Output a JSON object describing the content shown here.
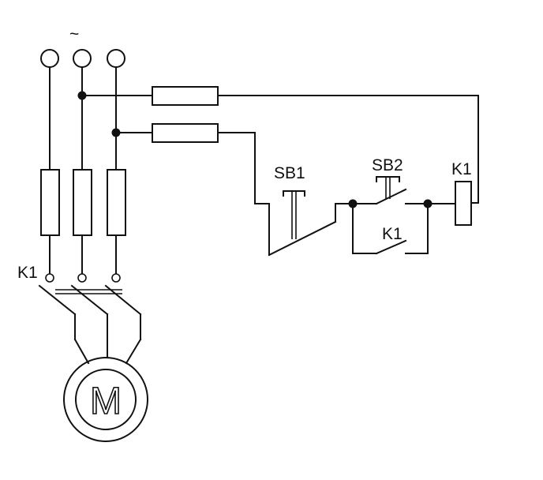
{
  "labels": {
    "ac_symbol": "~",
    "stop_button": "SB1",
    "start_button": "SB2",
    "contactor_coil": "K1",
    "hold_contact": "K1",
    "main_contacts": "K1",
    "motor": "M"
  }
}
